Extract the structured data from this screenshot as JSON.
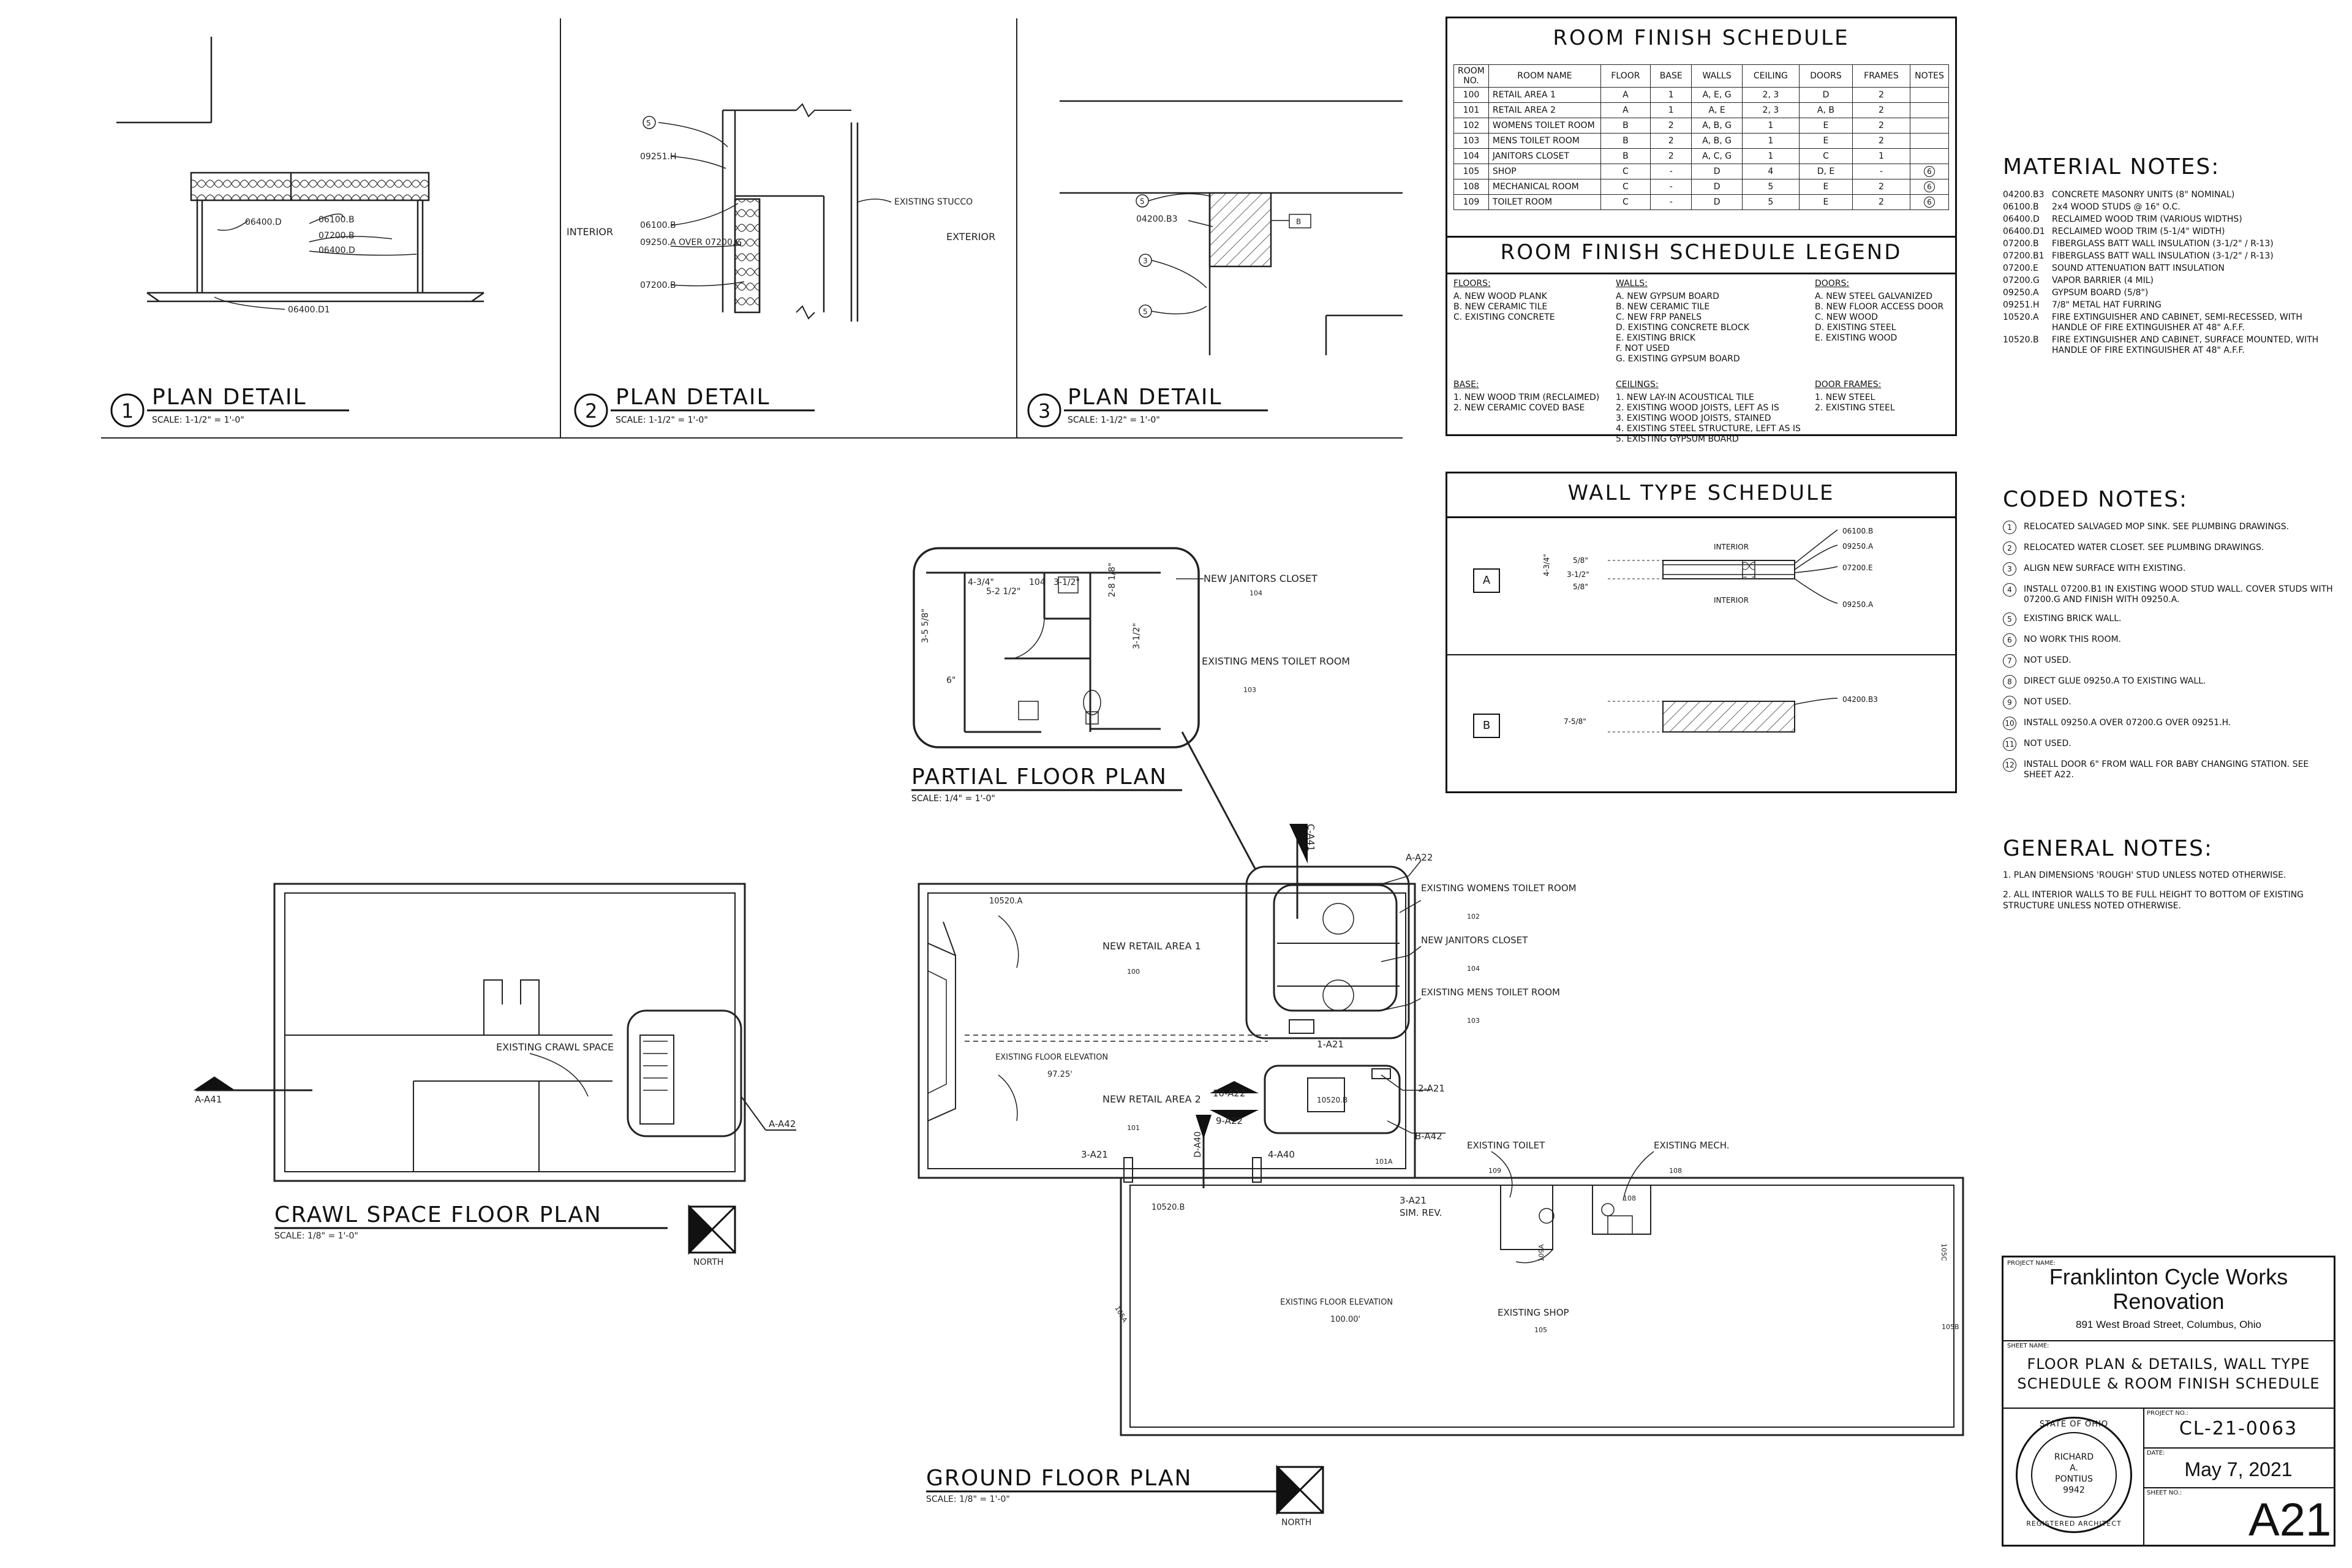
{
  "details": [
    {
      "number": "1",
      "title": "PLAN DETAIL",
      "scale": "SCALE: 1-1/2\" = 1'-0\"",
      "labels": [
        "06400.D",
        "06100.B",
        "07200.B",
        "06400.D",
        "06400.D1"
      ]
    },
    {
      "number": "2",
      "title": "PLAN DETAIL",
      "scale": "SCALE: 1-1/2\" = 1'-0\"",
      "labels": [
        "5",
        "09251.H",
        "INTERIOR",
        "06100.B",
        "09250.A OVER 07200.G",
        "07200.B",
        "EXISTING STUCCO",
        "EXTERIOR"
      ]
    },
    {
      "number": "3",
      "title": "PLAN DETAIL",
      "scale": "SCALE: 1-1/2\" = 1'-0\"",
      "labels": [
        "5",
        "04200.B3",
        "3",
        "5",
        "B"
      ]
    }
  ],
  "room_finish_schedule": {
    "title": "ROOM FINISH SCHEDULE",
    "columns": [
      "ROOM NO.",
      "ROOM NAME",
      "FLOOR",
      "BASE",
      "WALLS",
      "CEILING",
      "DOORS",
      "FRAMES",
      "NOTES"
    ],
    "rows": [
      [
        "100",
        "RETAIL AREA 1",
        "A",
        "1",
        "A, E, G",
        "2, 3",
        "D",
        "2",
        ""
      ],
      [
        "101",
        "RETAIL AREA 2",
        "A",
        "1",
        "A, E",
        "2, 3",
        "A, B",
        "2",
        ""
      ],
      [
        "102",
        "WOMENS TOILET ROOM",
        "B",
        "2",
        "A, B, G",
        "1",
        "E",
        "2",
        ""
      ],
      [
        "103",
        "MENS TOILET ROOM",
        "B",
        "2",
        "A, B, G",
        "1",
        "E",
        "2",
        ""
      ],
      [
        "104",
        "JANITORS CLOSET",
        "B",
        "2",
        "A, C, G",
        "1",
        "C",
        "1",
        ""
      ],
      [
        "105",
        "SHOP",
        "C",
        "-",
        "D",
        "4",
        "D, E",
        "-",
        "6"
      ],
      [
        "108",
        "MECHANICAL ROOM",
        "C",
        "-",
        "D",
        "5",
        "E",
        "2",
        "6"
      ],
      [
        "109",
        "TOILET ROOM",
        "C",
        "-",
        "D",
        "5",
        "E",
        "2",
        "6"
      ]
    ]
  },
  "legend": {
    "title": "ROOM FINISH SCHEDULE LEGEND",
    "floors": {
      "heading": "FLOORS:",
      "items": [
        "A. NEW WOOD PLANK",
        "B. NEW CERAMIC TILE",
        "C. EXISTING CONCRETE"
      ]
    },
    "walls": {
      "heading": "WALLS:",
      "items": [
        "A. NEW GYPSUM BOARD",
        "B. NEW CERAMIC TILE",
        "C. NEW FRP PANELS",
        "D. EXISTING CONCRETE BLOCK",
        "E. EXISTING BRICK",
        "F. NOT USED",
        "G. EXISTING GYPSUM BOARD"
      ]
    },
    "doors": {
      "heading": "DOORS:",
      "items": [
        "A. NEW STEEL GALVANIZED",
        "B. NEW FLOOR ACCESS DOOR",
        "C. NEW WOOD",
        "D. EXISTING STEEL",
        "E. EXISTING WOOD"
      ]
    },
    "base": {
      "heading": "BASE:",
      "items": [
        "1. NEW WOOD TRIM (RECLAIMED)",
        "2. NEW CERAMIC COVED BASE"
      ]
    },
    "ceilings": {
      "heading": "CEILINGS:",
      "items": [
        "1. NEW LAY-IN ACOUSTICAL TILE",
        "2. EXISTING WOOD JOISTS, LEFT AS IS",
        "3. EXISTING WOOD JOISTS, STAINED",
        "4. EXISTING STEEL STRUCTURE, LEFT AS IS",
        "5. EXISTING GYPSUM BOARD"
      ]
    },
    "door_frames": {
      "heading": "DOOR FRAMES:",
      "items": [
        "1. NEW STEEL",
        "2. EXISTING STEEL"
      ]
    }
  },
  "material_notes": {
    "title": "MATERIAL NOTES:",
    "items": [
      [
        "04200.B3",
        "CONCRETE MASONRY UNITS (8\" NOMINAL)"
      ],
      [
        "06100.B",
        "2x4 WOOD STUDS @ 16\" O.C."
      ],
      [
        "06400.D",
        "RECLAIMED WOOD TRIM (VARIOUS WIDTHS)"
      ],
      [
        "06400.D1",
        "RECLAIMED WOOD TRIM (5-1/4\" WIDTH)"
      ],
      [
        "07200.B",
        "FIBERGLASS BATT WALL INSULATION (3-1/2\" / R-13)"
      ],
      [
        "07200.B1",
        "FIBERGLASS BATT WALL INSULATION (3-1/2\" / R-13)"
      ],
      [
        "07200.E",
        "SOUND ATTENUATION BATT INSULATION"
      ],
      [
        "07200.G",
        "VAPOR BARRIER (4 MIL)"
      ],
      [
        "09250.A",
        "GYPSUM BOARD (5/8\")"
      ],
      [
        "09251.H",
        "7/8\" METAL HAT FURRING"
      ],
      [
        "10520.A",
        "FIRE EXTINGUISHER AND CABINET, SEMI-RECESSED, WITH HANDLE OF FIRE EXTINGUISHER AT 48\" A.F.F."
      ],
      [
        "10520.B",
        "FIRE EXTINGUISHER AND CABINET, SURFACE MOUNTED, WITH HANDLE OF FIRE EXTINGUISHER AT 48\" A.F.F."
      ]
    ]
  },
  "wall_type_schedule": {
    "title": "WALL TYPE SCHEDULE",
    "types": [
      {
        "tag": "A",
        "labels": [
          "INTERIOR",
          "06100.B",
          "09250.A",
          "07200.E",
          "INTERIOR",
          "09250.A"
        ],
        "dims": [
          "5/8\"",
          "3-1/2\"",
          "5/8\"",
          "4-3/4\""
        ]
      },
      {
        "tag": "B",
        "labels": [
          "04200.B3"
        ],
        "dims": [
          "7-5/8\""
        ]
      }
    ]
  },
  "coded_notes": {
    "title": "CODED NOTES:",
    "items": [
      [
        "1",
        "RELOCATED SALVAGED MOP SINK. SEE PLUMBING DRAWINGS."
      ],
      [
        "2",
        "RELOCATED WATER CLOSET. SEE PLUMBING DRAWINGS."
      ],
      [
        "3",
        "ALIGN NEW SURFACE WITH EXISTING."
      ],
      [
        "4",
        "INSTALL 07200.B1 IN EXISTING WOOD STUD WALL. COVER STUDS WITH 07200.G AND FINISH WITH 09250.A."
      ],
      [
        "5",
        "EXISTING BRICK WALL."
      ],
      [
        "6",
        "NO WORK THIS ROOM."
      ],
      [
        "7",
        "NOT USED."
      ],
      [
        "8",
        "DIRECT GLUE 09250.A TO EXISTING WALL."
      ],
      [
        "9",
        "NOT USED."
      ],
      [
        "10",
        "INSTALL 09250.A OVER 07200.G OVER 09251.H."
      ],
      [
        "11",
        "NOT USED."
      ],
      [
        "12",
        "INSTALL DOOR 6\" FROM WALL FOR BABY CHANGING STATION. SEE SHEET A22."
      ]
    ]
  },
  "general_notes": {
    "title": "GENERAL NOTES:",
    "items": [
      "1. PLAN DIMENSIONS 'ROUGH' STUD UNLESS NOTED OTHERWISE.",
      "2. ALL INTERIOR WALLS TO BE FULL HEIGHT TO BOTTOM OF EXISTING STRUCTURE UNLESS NOTED OTHERWISE."
    ]
  },
  "partial_floor_plan": {
    "title": "PARTIAL FLOOR PLAN",
    "scale": "SCALE: 1/4\" = 1'-0\"",
    "rooms": [
      {
        "name": "NEW JANITORS CLOSET",
        "number": "104"
      },
      {
        "name": "EXISTING MENS TOILET ROOM",
        "number": "103"
      }
    ],
    "dims": [
      "4-3/4\"",
      "104",
      "3-1/2\"",
      "5-2 1/2\"",
      "2-8 1/8\"",
      "3-5 5/8\"",
      "3-1/2\"",
      "6\""
    ]
  },
  "crawl_space_plan": {
    "title": "CRAWL SPACE FLOOR PLAN",
    "scale": "SCALE: 1/8\" = 1'-0\"",
    "room_label": "EXISTING CRAWL SPACE",
    "tags": [
      "A-A41",
      "A-A42"
    ],
    "north": "NORTH"
  },
  "ground_floor_plan": {
    "title": "GROUND FLOOR PLAN",
    "scale": "SCALE: 1/8\" = 1'-0\"",
    "north": "NORTH",
    "rooms": [
      {
        "name": "NEW RETAIL AREA 1",
        "number": "100"
      },
      {
        "name": "NEW RETAIL AREA 2",
        "number": "101"
      },
      {
        "name": "EXISTING WOMENS TOILET ROOM",
        "number": "102"
      },
      {
        "name": "NEW JANITORS CLOSET",
        "number": "104"
      },
      {
        "name": "EXISTING MENS TOILET ROOM",
        "number": "103"
      },
      {
        "name": "EXISTING TOILET",
        "number": "109"
      },
      {
        "name": "EXISTING MECH.",
        "number": "108"
      },
      {
        "name": "EXISTING SHOP",
        "number": "105"
      }
    ],
    "floor_elevations": [
      {
        "label": "EXISTING FLOOR ELEVATION",
        "value": "97.25'"
      },
      {
        "label": "EXISTING FLOOR ELEVATION",
        "value": "100.00'"
      }
    ],
    "tags": [
      "A-A22",
      "C-A41",
      "1-A21",
      "2-A21",
      "B-A42",
      "10-A22",
      "9-A22",
      "3-A21",
      "4-A40",
      "3-A21",
      "D-A40",
      "10520.A",
      "10520.B",
      "10520.B",
      "SIM. REV.",
      "101A",
      "109A",
      "108",
      "105C",
      "105B",
      "105A"
    ]
  },
  "title_block": {
    "project_name_label": "PROJECT NAME:",
    "project_name": "Franklinton Cycle Works Renovation",
    "address": "891 West Broad Street, Columbus, Ohio",
    "sheet_name_label": "SHEET NAME:",
    "sheet_name": "FLOOR PLAN & DETAILS, WALL TYPE SCHEDULE & ROOM FINISH SCHEDULE",
    "project_no_label": "PROJECT NO.:",
    "project_no": "CL-21-0063",
    "date_label": "DATE:",
    "date": "May 7, 2021",
    "sheet_no_label": "SHEET NO.:",
    "sheet_no": "A21",
    "seal": {
      "top": "STATE OF OHIO",
      "name1": "RICHARD",
      "name2": "A.",
      "name3": "PONTIUS",
      "number": "9942",
      "bottom": "REGISTERED ARCHITECT"
    }
  }
}
